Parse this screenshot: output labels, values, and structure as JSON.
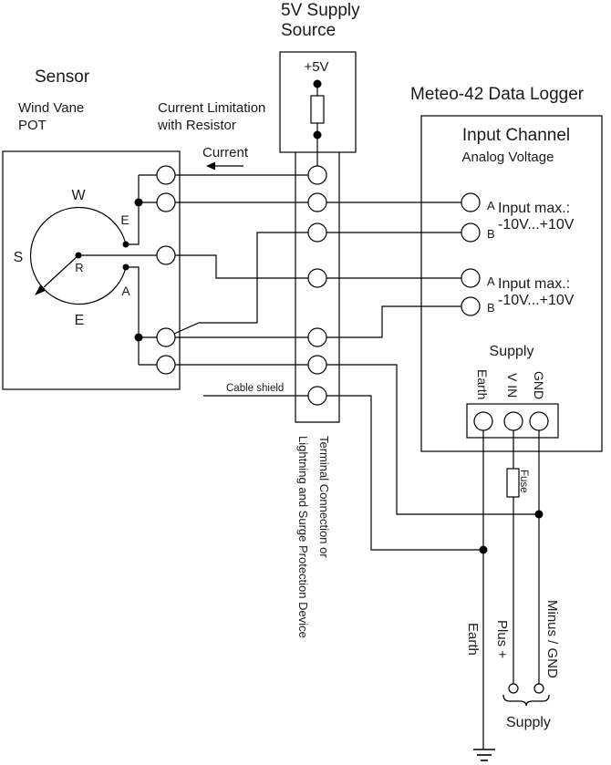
{
  "colors": {
    "ink": "#000000",
    "background": "#ffffff"
  },
  "supply_source": {
    "title_line1": "5V Supply",
    "title_line2": "Source",
    "voltage": "+5V"
  },
  "sensor": {
    "title": "Sensor",
    "type_line1": "Wind Vane",
    "type_line2": "POT",
    "pot": {
      "west": "W",
      "south": "S",
      "east_bottom": "E",
      "end_top": "E",
      "wiper": "R",
      "end_bottom": "A"
    }
  },
  "current_limitation": {
    "line1": "Current Limitation",
    "line2": "with Resistor"
  },
  "current_label": "Current",
  "logger": {
    "title": "Meteo-42 Data Logger",
    "input_channel": {
      "title": "Input Channel",
      "subtitle": "Analog Voltage"
    },
    "inputs": [
      {
        "a": "A",
        "b": "B",
        "max": "Input max.:",
        "range": "-10V...+10V"
      },
      {
        "a": "A",
        "b": "B",
        "max": "Input max.:",
        "range": "-10V...+10V"
      }
    ],
    "supply": {
      "title": "Supply",
      "earth": "Earth",
      "vin": "V IN",
      "gnd": "GND"
    }
  },
  "strip_label": {
    "line1": "Terminal Connection or",
    "line2": "Lightning and Surge Protection Device"
  },
  "cable_shield_label": "Cable shield",
  "fuse_label": "Fuse",
  "bottom": {
    "earth": "Earth",
    "plus": "Plus +",
    "minus": "Minus / GND",
    "supply": "Supply"
  }
}
